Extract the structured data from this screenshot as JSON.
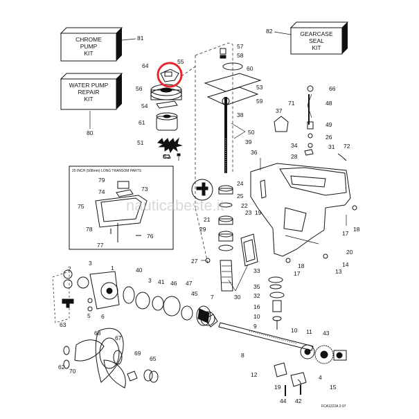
{
  "kits": {
    "chrome_pump": [
      "CHROME",
      "PUMP",
      "KIT"
    ],
    "water_pump_repair": [
      "WATER PUMP",
      "REPAIR",
      "KIT"
    ],
    "gearcase_seal": [
      "GEARCASE",
      "SEAL",
      "KIT"
    ],
    "chrome_pump_ref": "81",
    "water_pump_ref": "80",
    "gearcase_ref": "82"
  },
  "inset": {
    "title": "20 INCH (508mm) LONG TRANSOM PARTS",
    "labels": [
      "79",
      "74",
      "73",
      "75",
      "78",
      "77",
      "76"
    ]
  },
  "watermark": "nauticabeste.it",
  "footer_code": "FCA1222A   2-97",
  "highlight": {
    "part": "64",
    "color": "#e8262d"
  },
  "labels": {
    "p57": "57",
    "p58": "58",
    "p60": "60",
    "p53": "53",
    "p59": "59",
    "p64": "64",
    "p55": "55",
    "p56": "56",
    "p54": "54",
    "p61": "61",
    "p51": "51",
    "p52": "52",
    "p38": "38",
    "p50": "50",
    "p39": "39",
    "p36": "36",
    "p37": "37",
    "p71": "71",
    "p66": "66",
    "p48": "48",
    "p49": "49",
    "p26": "26",
    "p34": "34",
    "p31": "31",
    "p72": "72",
    "p28": "28",
    "p24": "24",
    "p22": "22",
    "p23": "23",
    "p21": "21",
    "p29": "29",
    "p25": "25",
    "p19": "19",
    "p18a": "18",
    "p17a": "17",
    "p20": "20",
    "p27": "27",
    "p30": "30",
    "p33": "33",
    "p35": "35",
    "p32": "32",
    "p16": "16",
    "p10a": "10",
    "p9": "9",
    "p10b": "10",
    "p8": "8",
    "p11": "11",
    "p43": "43",
    "p14": "14",
    "p18b": "18",
    "p17b": "17",
    "p13": "13",
    "p2": "2",
    "p3a": "3",
    "p1": "1",
    "p40": "40",
    "p3b": "3",
    "p41": "41",
    "p46": "46",
    "p47": "47",
    "p45": "45",
    "p7": "7",
    "p5": "5",
    "p6": "6",
    "p63": "63",
    "p68": "68",
    "p67": "67",
    "p62": "62",
    "p70": "70",
    "p69": "69",
    "p65": "65",
    "p12": "12",
    "p4": "4",
    "p15": "15",
    "p44": "44",
    "p42": "42"
  }
}
